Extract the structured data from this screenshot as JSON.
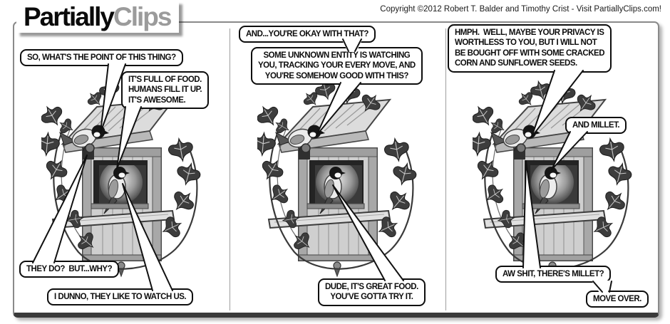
{
  "header": {
    "logo": {
      "black": "Partially",
      "gray": "Clips"
    },
    "copyright": "Copyright ©2012 Robert T. Balder and Timothy Crist - Visit PartiallyClips.com!"
  },
  "panels": [
    {
      "bubbles": [
        {
          "speaker": "roof-bird",
          "text": "SO, WHAT'S THE POINT OF THIS THING?"
        },
        {
          "speaker": "doorway-bird",
          "text": "IT'S FULL OF FOOD.\nHUMANS FILL IT UP.\nIT'S AWESOME."
        },
        {
          "speaker": "roof-bird",
          "text": "THEY DO?  BUT...WHY?"
        },
        {
          "speaker": "doorway-bird",
          "text": "I DUNNO, THEY LIKE TO WATCH US."
        }
      ]
    },
    {
      "bubbles": [
        {
          "speaker": "roof-bird",
          "text": "AND...YOU'RE OKAY WITH THAT?"
        },
        {
          "speaker": "roof-bird",
          "text": "SOME UNKNOWN ENTITY IS WATCHING\nYOU, TRACKING YOUR EVERY MOVE, AND\nYOU'RE SOMEHOW GOOD WITH THIS?"
        },
        {
          "speaker": "doorway-bird",
          "text": "DUDE, IT'S GREAT FOOD.\nYOU'VE GOTTA TRY IT."
        }
      ]
    },
    {
      "bubbles": [
        {
          "speaker": "roof-bird",
          "text": "HMPH.  WELL, MAYBE YOUR PRIVACY IS\nWORTHLESS TO YOU, BUT I WILL NOT\nBE BOUGHT OFF WITH SOME CRACKED\nCORN AND SUNFLOWER SEEDS."
        },
        {
          "speaker": "doorway-bird",
          "text": "AND MILLET."
        },
        {
          "speaker": "roof-bird",
          "text": "AW SHIT, THERE'S MILLET?"
        },
        {
          "speaker": "roof-bird",
          "text": "MOVE OVER."
        }
      ]
    }
  ],
  "artwork": {
    "label": "birdhouse with ivy, roof bird and doorway bird (engraving clip art)"
  },
  "colors": {
    "logo_gray": "#9b9b9b",
    "frame_border": "#8a8a8a",
    "frame_bottom_bar": "#3a3a3a",
    "bubble_border": "#0d0d0d"
  }
}
